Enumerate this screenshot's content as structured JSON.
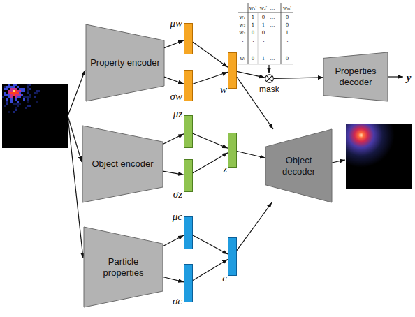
{
  "diagram": {
    "nodes": [
      {
        "text": [
          "Property encoder"
        ]
      },
      {
        "text": [
          "Object encoder"
        ]
      },
      {
        "text": [
          "Particle properties"
        ]
      },
      {
        "text": [
          "μw"
        ]
      },
      {
        "text": [
          "σw"
        ]
      },
      {
        "text": [
          "μz"
        ]
      },
      {
        "text": [
          "σz"
        ]
      },
      {
        "text": [
          "μc"
        ]
      },
      {
        "text": [
          "σc"
        ]
      },
      {
        "text": [
          "w"
        ]
      },
      {
        "text": [
          "z"
        ]
      },
      {
        "text": [
          "c"
        ]
      },
      {
        "text": [
          "mask"
        ]
      },
      {
        "text": [
          "Properties decoder"
        ]
      },
      {
        "text": [
          "Object decoder"
        ]
      }
    ],
    "edges": [
      {
        "from": 0,
        "to": 3,
        "arrow": "to"
      },
      {
        "from": 0,
        "to": 4,
        "arrow": "to"
      },
      {
        "from": 1,
        "to": 5,
        "arrow": "to"
      },
      {
        "from": 1,
        "to": 6,
        "arrow": "to"
      },
      {
        "from": 2,
        "to": 7,
        "arrow": "to"
      },
      {
        "from": 2,
        "to": 8,
        "arrow": "to"
      },
      {
        "from": 3,
        "to": 9,
        "arrow": "to"
      },
      {
        "from": 4,
        "to": 9,
        "arrow": "to"
      },
      {
        "from": 5,
        "to": 10,
        "arrow": "to"
      },
      {
        "from": 6,
        "to": 10,
        "arrow": "to"
      },
      {
        "from": 7,
        "to": 11,
        "arrow": "to"
      },
      {
        "from": 8,
        "to": 11,
        "arrow": "to"
      },
      {
        "from": 9,
        "to": 12,
        "arrow": "to"
      },
      {
        "from": 12,
        "to": 13,
        "arrow": "to"
      },
      {
        "from": 9,
        "to": 14,
        "arrow": "to"
      },
      {
        "from": 10,
        "to": 14,
        "arrow": "to"
      },
      {
        "from": 11,
        "to": 14,
        "arrow": "to"
      }
    ],
    "labels": [
      "y",
      "w₁′",
      "w₂′",
      "…",
      "wₘ′",
      "w₁",
      "1",
      "0",
      "…",
      "0",
      "w₂",
      "1",
      "1",
      "…",
      "0",
      "w₃",
      "0",
      "0",
      "…",
      "1",
      "⋮",
      "⋮",
      "⋮",
      "⋮",
      "wₗ",
      "0",
      "1",
      "…",
      "0"
    ]
  }
}
